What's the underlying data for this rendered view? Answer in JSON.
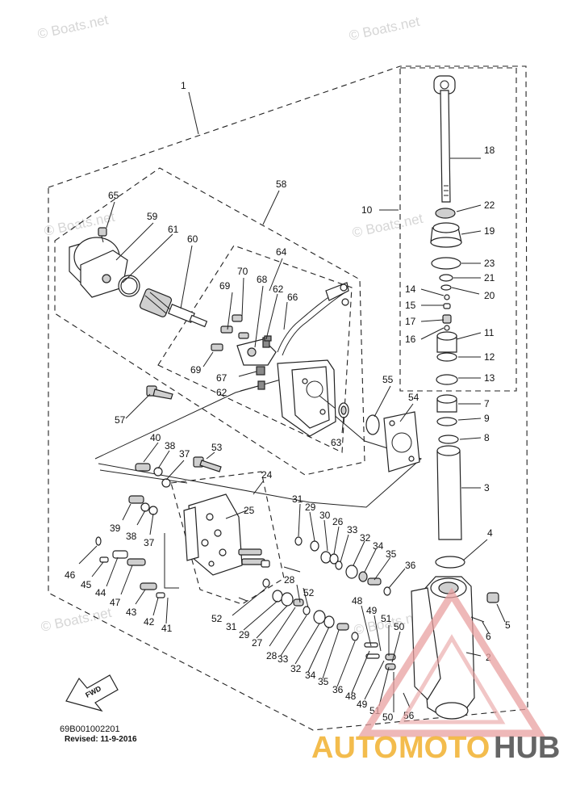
{
  "watermark": "© Boats.net",
  "diagram_code": "69B001002201",
  "revised": "Revised: 11-9-2016",
  "fwd": "FWD",
  "logo": {
    "auto": "AUTO",
    "moto": "MOTO",
    "hub": "HUB"
  },
  "labels": {
    "l1": "1",
    "l2": "2",
    "l3": "3",
    "l4": "4",
    "l5": "5",
    "l6": "6",
    "l7": "7",
    "l8": "8",
    "l9": "9",
    "l10": "10",
    "l11": "11",
    "l12": "12",
    "l13": "13",
    "l14": "14",
    "l15": "15",
    "l16": "16",
    "l17": "17",
    "l18": "18",
    "l19": "19",
    "l20": "20",
    "l21": "21",
    "l22": "22",
    "l23": "23",
    "l24": "24",
    "l25": "25",
    "l26": "26",
    "l27": "27",
    "l28": "28",
    "l29": "29",
    "l30": "30",
    "l31": "31",
    "l32": "32",
    "l33": "33",
    "l34": "34",
    "l35": "35",
    "l36": "36",
    "l37": "37",
    "l38": "38",
    "l39": "39",
    "l40": "40",
    "l41": "41",
    "l42": "42",
    "l43": "43",
    "l44": "44",
    "l45": "45",
    "l46": "46",
    "l47": "47",
    "l48": "48",
    "l49": "49",
    "l50": "50",
    "l51": "51",
    "l52": "52",
    "l53": "53",
    "l54": "54",
    "l55": "55",
    "l56": "56",
    "l57": "57",
    "l58": "58",
    "l59": "59",
    "l60": "60",
    "l61": "61",
    "l62": "62",
    "l63": "63",
    "l64": "64",
    "l65": "65",
    "l66": "66",
    "l67": "67",
    "l68": "68",
    "l69": "69",
    "l70": "70"
  }
}
